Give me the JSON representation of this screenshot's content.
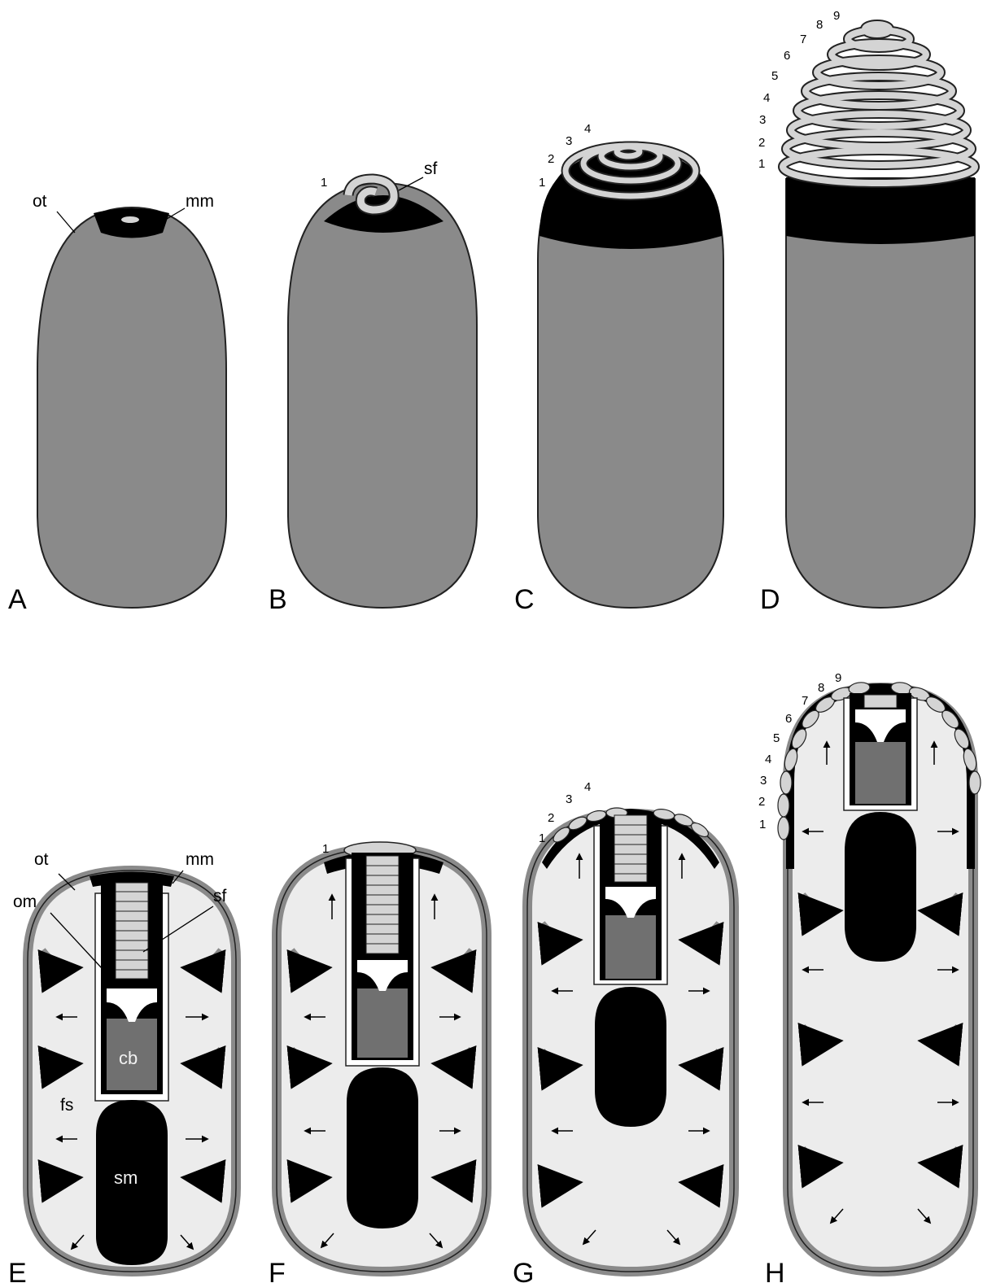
{
  "colors": {
    "capsule_wall": "#8a8a8a",
    "interior": "#ececec",
    "black_tissue": "#000000",
    "thread": "#d4d4d4",
    "capsule_body": "#707070",
    "outline": "#222222"
  },
  "panels": {
    "A": {
      "letter": "A",
      "labels": {
        "ot": "ot",
        "mm": "mm"
      }
    },
    "B": {
      "letter": "B",
      "labels": {
        "sf": "sf"
      },
      "coil_numbers": [
        "1"
      ]
    },
    "C": {
      "letter": "C",
      "coil_numbers": [
        "1",
        "2",
        "3",
        "4"
      ]
    },
    "D": {
      "letter": "D",
      "coil_numbers": [
        "1",
        "2",
        "3",
        "4",
        "5",
        "6",
        "7",
        "8",
        "9"
      ]
    },
    "E": {
      "letter": "E",
      "labels": {
        "ot": "ot",
        "mm": "mm",
        "om": "om",
        "sf": "sf",
        "cb": "cb",
        "fs": "fs",
        "sm": "sm"
      }
    },
    "F": {
      "letter": "F",
      "coil_numbers": [
        "1"
      ]
    },
    "G": {
      "letter": "G",
      "coil_numbers": [
        "1",
        "2",
        "3",
        "4"
      ]
    },
    "H": {
      "letter": "H",
      "coil_numbers": [
        "1",
        "2",
        "3",
        "4",
        "5",
        "6",
        "7",
        "8",
        "9"
      ]
    }
  }
}
